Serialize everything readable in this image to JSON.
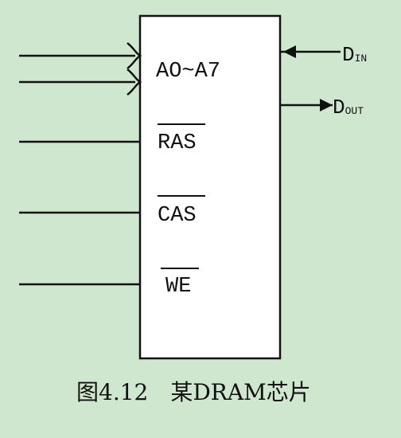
{
  "chip": {
    "address_label": "AO~A7",
    "ras_label": "RAS",
    "cas_label": "CAS",
    "we_label": "WE",
    "din_label": "D",
    "din_sub": "IN",
    "dout_label": "D",
    "dout_sub": "OUT"
  },
  "caption": "图4.12　某DRAM芯片",
  "colors": {
    "background": "#cfe6cf",
    "chip_fill": "#ffffff",
    "line": "#111111"
  }
}
